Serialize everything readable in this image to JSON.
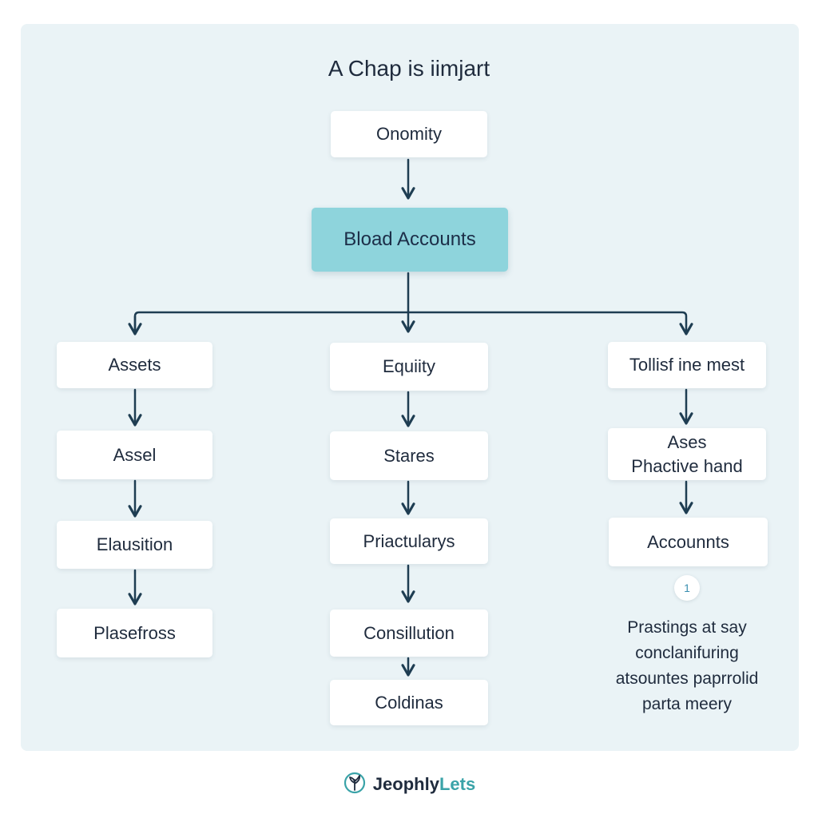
{
  "diagram": {
    "title": "A Chap is iimjart",
    "root": "Onomity",
    "hub": "Bload Accounts",
    "columns": [
      {
        "items": [
          "Assets",
          "Assel",
          "Elausition",
          "Plasefross"
        ]
      },
      {
        "items": [
          "Equiity",
          "Stares",
          "Priactularys",
          "Consillution",
          "Coldinas"
        ]
      },
      {
        "items": [
          "Tollisf ine mest",
          "Ases\nPhactive hand",
          "Accounnts"
        ]
      }
    ],
    "badge": "1",
    "note": [
      "Prastings at say",
      "conclanifuring",
      "atsountes paprrolid",
      "parta meery"
    ]
  },
  "footer": {
    "logo_icon": "leaf-circle-icon",
    "brand_part1": "Jeophly",
    "brand_part2": "Lets"
  },
  "colors": {
    "hub_fill": "#8ed4dc",
    "panel_bg": "#eaf3f6",
    "arrow": "#1e3d52",
    "brand_accent": "#3aa3a8"
  }
}
